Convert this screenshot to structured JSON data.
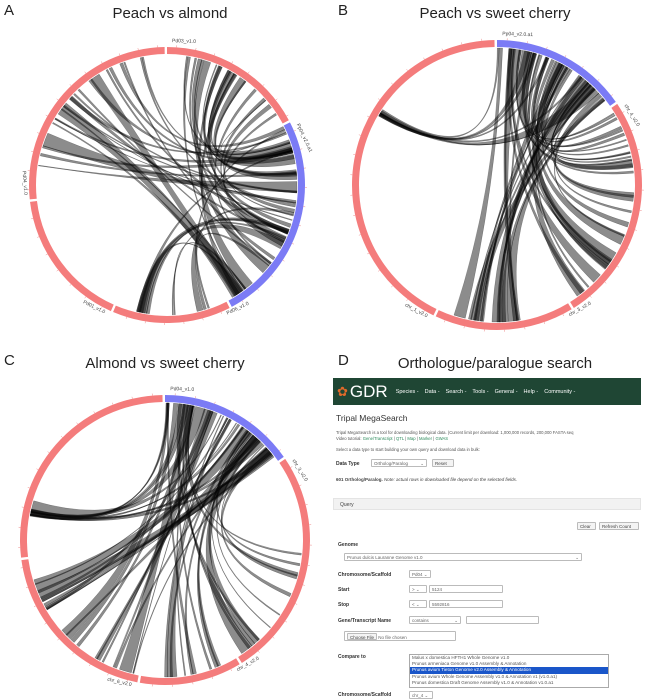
{
  "panels": [
    {
      "letter": "A",
      "title": "Peach vs almond",
      "chromosomes": [
        {
          "name": "Pd03_v1.0",
          "highlight": false
        },
        {
          "name": "Pp04_v2.0.a1",
          "highlight": true
        },
        {
          "name": "Pd06_v1.0",
          "highlight": false
        },
        {
          "name": "Pd01_v1.0",
          "highlight": false
        },
        {
          "name": "Pd04_v1.0",
          "highlight": false
        }
      ]
    },
    {
      "letter": "B",
      "title": "Peach vs sweet cherry",
      "chromosomes": [
        {
          "name": "Pp04_v2.0.a1",
          "highlight": true
        },
        {
          "name": "chr_4_v2.0",
          "highlight": false
        },
        {
          "name": "chr_3_v2.0",
          "highlight": false
        },
        {
          "name": "chr_1_v2.0",
          "highlight": false
        }
      ]
    },
    {
      "letter": "C",
      "title": "Almond vs sweet cherry",
      "chromosomes": [
        {
          "name": "Pd04_v1.0",
          "highlight": true
        },
        {
          "name": "chr_3_v2.0",
          "highlight": false
        },
        {
          "name": "chr_4_v2.0",
          "highlight": false
        },
        {
          "name": "chr_6_v2.0",
          "highlight": false
        }
      ]
    }
  ],
  "colors": {
    "query_chr": "#7b7bf5",
    "target_chr": "#f47c7c",
    "ribbon": "#000000",
    "nav": "#1f4634",
    "selected": "#1a56c9"
  },
  "panel_d": {
    "letter": "D",
    "title": "Orthologue/paralogue search",
    "nav": {
      "logo": "GDR",
      "items": [
        "Species -",
        "Data -",
        "Search -",
        "Tools -",
        "General -",
        "Help -",
        "Community -"
      ]
    },
    "heading": "Tripal MegaSearch",
    "intro": "Tripal MegaSearch is a tool for downloading biological data. (Current limit per download: 1,000,000 records, 200,000 FASTA seq",
    "video_label": "Video tutorial:",
    "video_links": [
      "Gene/Transcript",
      "QTL",
      "Map",
      "Marker",
      "GWAS"
    ],
    "select_prompt": "Select a data type to start building your own query and download data in bulk:",
    "data_type_label": "Data Type",
    "data_type_value": "Ortholog/Paralog",
    "reset": "Reset",
    "count_bold": "601 Ortholog/Paralog.",
    "count_note": "Note: actual rows in downloaded file depend on the selected fields.",
    "query": "Query",
    "clear": "Clear",
    "refresh": "Refresh Count",
    "genome_label": "Genome",
    "genome_value": "Prunus dulcis Lauranne Genome v1.0",
    "chr_label": "Chromosome/Scaffold",
    "chr_value": "Pd04",
    "start_label": "Start",
    "start_op": ">",
    "start_value": "5124",
    "stop_label": "Stop",
    "stop_op": "<",
    "stop_value": "5592816",
    "gene_label": "Gene/Transcript Name",
    "gene_op": "contains",
    "gene_value": "",
    "choose_file": "Choose File",
    "no_file": "No file chosen",
    "compare_label": "Compare to",
    "compare_options": [
      "Malus x domestica HFTH1 Whole Genome v1.0",
      "Prunus armeniaca Genome v1.0 Assembly & Annotation",
      "Prunus avium Tieton Genome v2.0 Assembly & Annotation",
      "Prunus avium Whole Genome Assembly v1.0 & Annotation v1 (v1.0.a1)",
      "Prunus domestica Draft Genome Assembly v1.0 & Annotation v1.0.a1"
    ],
    "compare_selected": "Prunus avium Tieton Genome v2.0 Assembly & Annotation",
    "chr2_label": "Chromosome/Scaffold",
    "chr2_value": "chr_4"
  }
}
